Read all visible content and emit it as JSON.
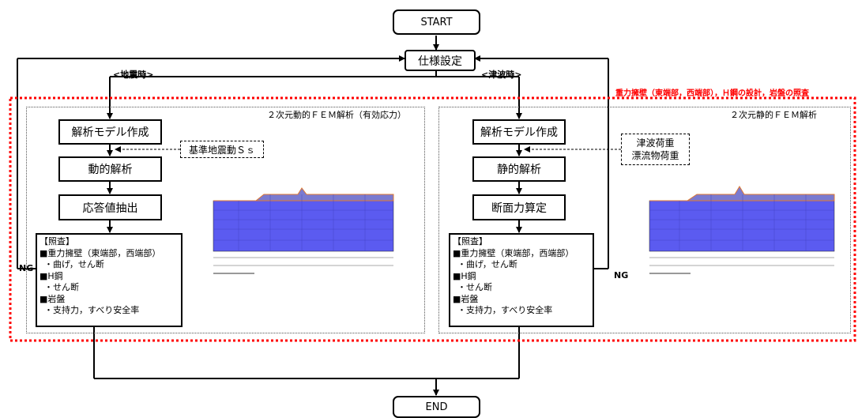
{
  "start": "START",
  "end": "END",
  "spec": "仕様設定",
  "seismic_label": "<地震時>",
  "tsunami_label": "<津波時>",
  "red_caption": "重力擁壁（東端部，西端部），Ｈ鋼の設計，岩盤の照査",
  "ng": "NG",
  "left_panel": {
    "title": "２次元動的ＦＥＭ解析（有効応力）",
    "model": "解析モデル作成",
    "input": "基準地震動Ｓｓ",
    "analysis": "動的解析",
    "extract": "応答値抽出",
    "check": {
      "head": "【照査】",
      "l1": "■重力擁壁（東端部，西端部）",
      "l2": "・曲げ，せん断",
      "l3": "■H鋼",
      "l4": "・せん断",
      "l5": "■岩盤",
      "l6": "・支持力，すべり安全率"
    }
  },
  "right_panel": {
    "title": "２次元静的ＦＥＭ解析",
    "model": "解析モデル作成",
    "input1": "津波荷重",
    "input2": "漂流物荷重",
    "analysis": "静的解析",
    "section": "断面力算定",
    "check": {
      "head": "【照査】",
      "l1": "■重力擁壁（東端部，西端部）",
      "l2": "・曲げ，せん断",
      "l3": "■H鋼",
      "l4": "・せん断",
      "l5": "■岩盤",
      "l6": "・支持力，すべり安全率"
    }
  },
  "colors": {
    "red": "#ff0000",
    "mesh": "#5b5bf0",
    "soil": "#e07830"
  }
}
